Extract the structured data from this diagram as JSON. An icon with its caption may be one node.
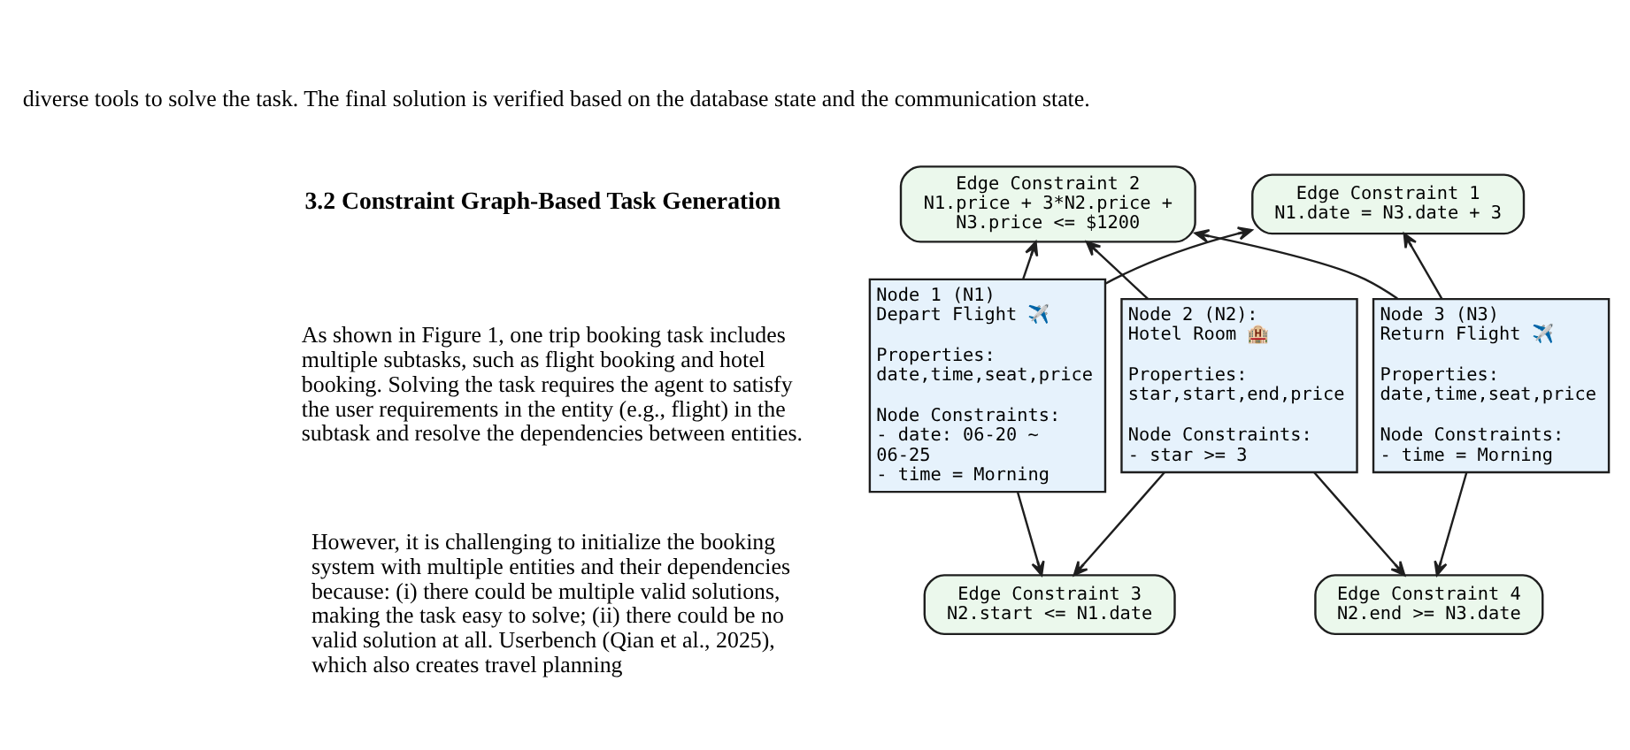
{
  "diagram": {
    "nodes": [
      {
        "text": [
          "Edge Constraint 2",
          "N1.price + 3*N2.price + N3.price <= $1200"
        ]
      },
      {
        "text": [
          "Edge Constraint 1",
          "N1.date = N3.date + 3"
        ]
      },
      {
        "text": [
          "Node 1 (N1)",
          "Depart Flight ✈️",
          "Properties:",
          "date,time,seat,price",
          "Node Constraints:",
          "- date: 06-20 ~ 06-25",
          "- time = Morning"
        ]
      },
      {
        "text": [
          "Node 2 (N2):",
          "Hotel Room 🏨",
          "Properties:",
          "star,start,end,price",
          "Node Constraints:",
          "- star >= 3"
        ]
      },
      {
        "text": [
          "Node 3 (N3)",
          "Return Flight ✈️",
          "Properties:",
          "date,time,seat,price",
          "Node Constraints:",
          "- time = Morning"
        ]
      },
      {
        "text": [
          "Edge Constraint 3",
          "N2.start <= N1.date"
        ]
      },
      {
        "text": [
          "Edge Constraint 4",
          "N2.end >= N3.date"
        ]
      }
    ],
    "edges": [
      {
        "from": 2,
        "to": 0,
        "arrow": "to"
      },
      {
        "from": 3,
        "to": 0,
        "arrow": "to"
      },
      {
        "from": 4,
        "to": 0,
        "arrow": "to"
      },
      {
        "from": 2,
        "to": 1,
        "arrow": "to"
      },
      {
        "from": 4,
        "to": 1,
        "arrow": "to"
      },
      {
        "from": 2,
        "to": 5,
        "arrow": "to"
      },
      {
        "from": 3,
        "to": 5,
        "arrow": "to"
      },
      {
        "from": 3,
        "to": 6,
        "arrow": "to"
      },
      {
        "from": 4,
        "to": 6,
        "arrow": "to"
      }
    ],
    "labels": [
      "diverse tools to solve the task. The final solution is verified based on the database state and the communication state.",
      "3.2 Constraint Graph-Based Task Generation",
      "As shown in Figure 1, one trip booking task includes multiple subtasks, such as flight booking and hotel booking. Solving the task requires the agent to satisfy the user requirements in the entity (e.g., flight) in the subtask and resolve the dependencies between entities.",
      "However, it is challenging to initialize the booking system with multiple entities and their dependencies because: (i) there could be multiple valid solutions, making the task easy to solve; (ii) there could be no valid solution at all. Userbench (Qian et al., 2025), which also creates travel planning"
    ]
  }
}
